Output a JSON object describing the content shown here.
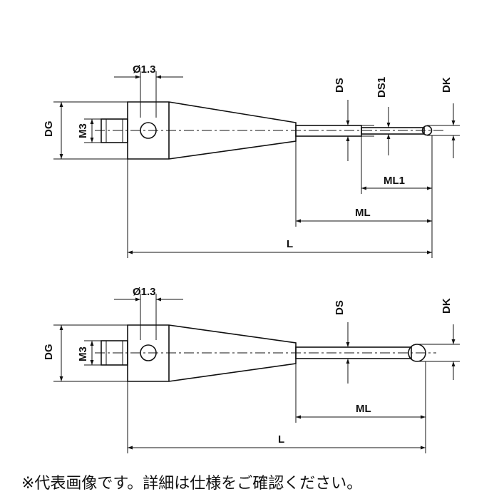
{
  "drawing_1": {
    "label_hole_dia": "Ø1.3",
    "label_dg": "DG",
    "label_m3": "M3",
    "label_ds": "DS",
    "label_ds1": "DS1",
    "label_dk": "DK",
    "label_ml1": "ML1",
    "label_ml": "ML",
    "label_l": "L"
  },
  "drawing_2": {
    "label_hole_dia": "Ø1.3",
    "label_dg": "DG",
    "label_m3": "M3",
    "label_ds": "DS",
    "label_dk": "DK",
    "label_ml": "ML",
    "label_l": "L"
  },
  "footer_note": "※代表画像です。詳細は仕様をご確認ください。"
}
